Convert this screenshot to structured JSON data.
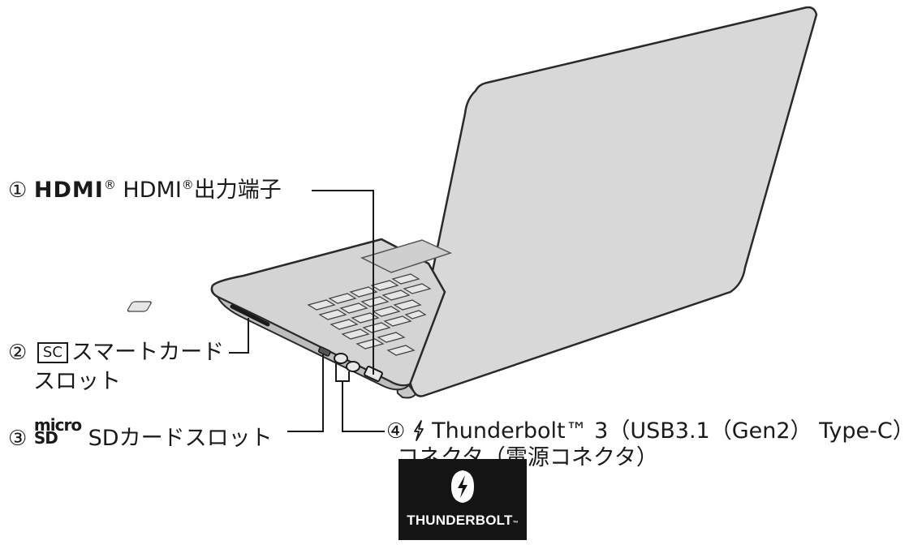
{
  "callouts": [
    {
      "num": "①",
      "logo": "HDMI",
      "logo_reg": "®",
      "text_a": " HDMI",
      "text_reg": "®",
      "text_b": "出力端子"
    },
    {
      "num": "②",
      "badge": "SC",
      "line1": "スマートカード",
      "line2": "スロット"
    },
    {
      "num": "③",
      "logo_top": "micro",
      "logo_bottom": "SD",
      "text": " SDカードスロット"
    },
    {
      "num": "④",
      "icon": "thunderbolt-bolt-icon",
      "line1": "Thunderbolt™ 3（USB3.1（Gen2） Type-C）",
      "line2": "コネクタ（電源コネクタ）"
    }
  ],
  "thunderbolt_logo": {
    "wordmark": "THUNDERBOLT",
    "tm": "™"
  },
  "colors": {
    "line": "#1a1a1a",
    "laptop_fill": "#d6d6d6",
    "laptop_edge": "#2a2a2a",
    "logo_bg": "#141414"
  }
}
